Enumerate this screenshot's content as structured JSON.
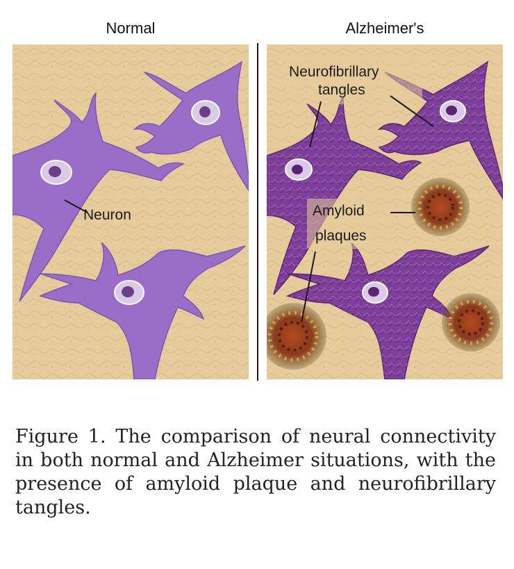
{
  "panels": {
    "left": {
      "title": "Normal",
      "labels": {
        "neuron": "Neuron"
      }
    },
    "right": {
      "title": "Alzheimer's",
      "labels": {
        "tangles_line1": "Neurofibrillary",
        "tangles_line2": "tangles",
        "plaques_line1": "Amyloid",
        "plaques_line2": "plaques"
      }
    }
  },
  "caption": "Figure 1. The comparison of neural connectivity in both normal and Alzheimer situations, with the presence of amyloid plaque and neurofibrillary tangles.",
  "colors": {
    "tissue": "#e6cc9a",
    "neuron_normal": "#9a6ec8",
    "neuron_diseased": "#7e3f98",
    "plaque": "#8a3a1c"
  }
}
